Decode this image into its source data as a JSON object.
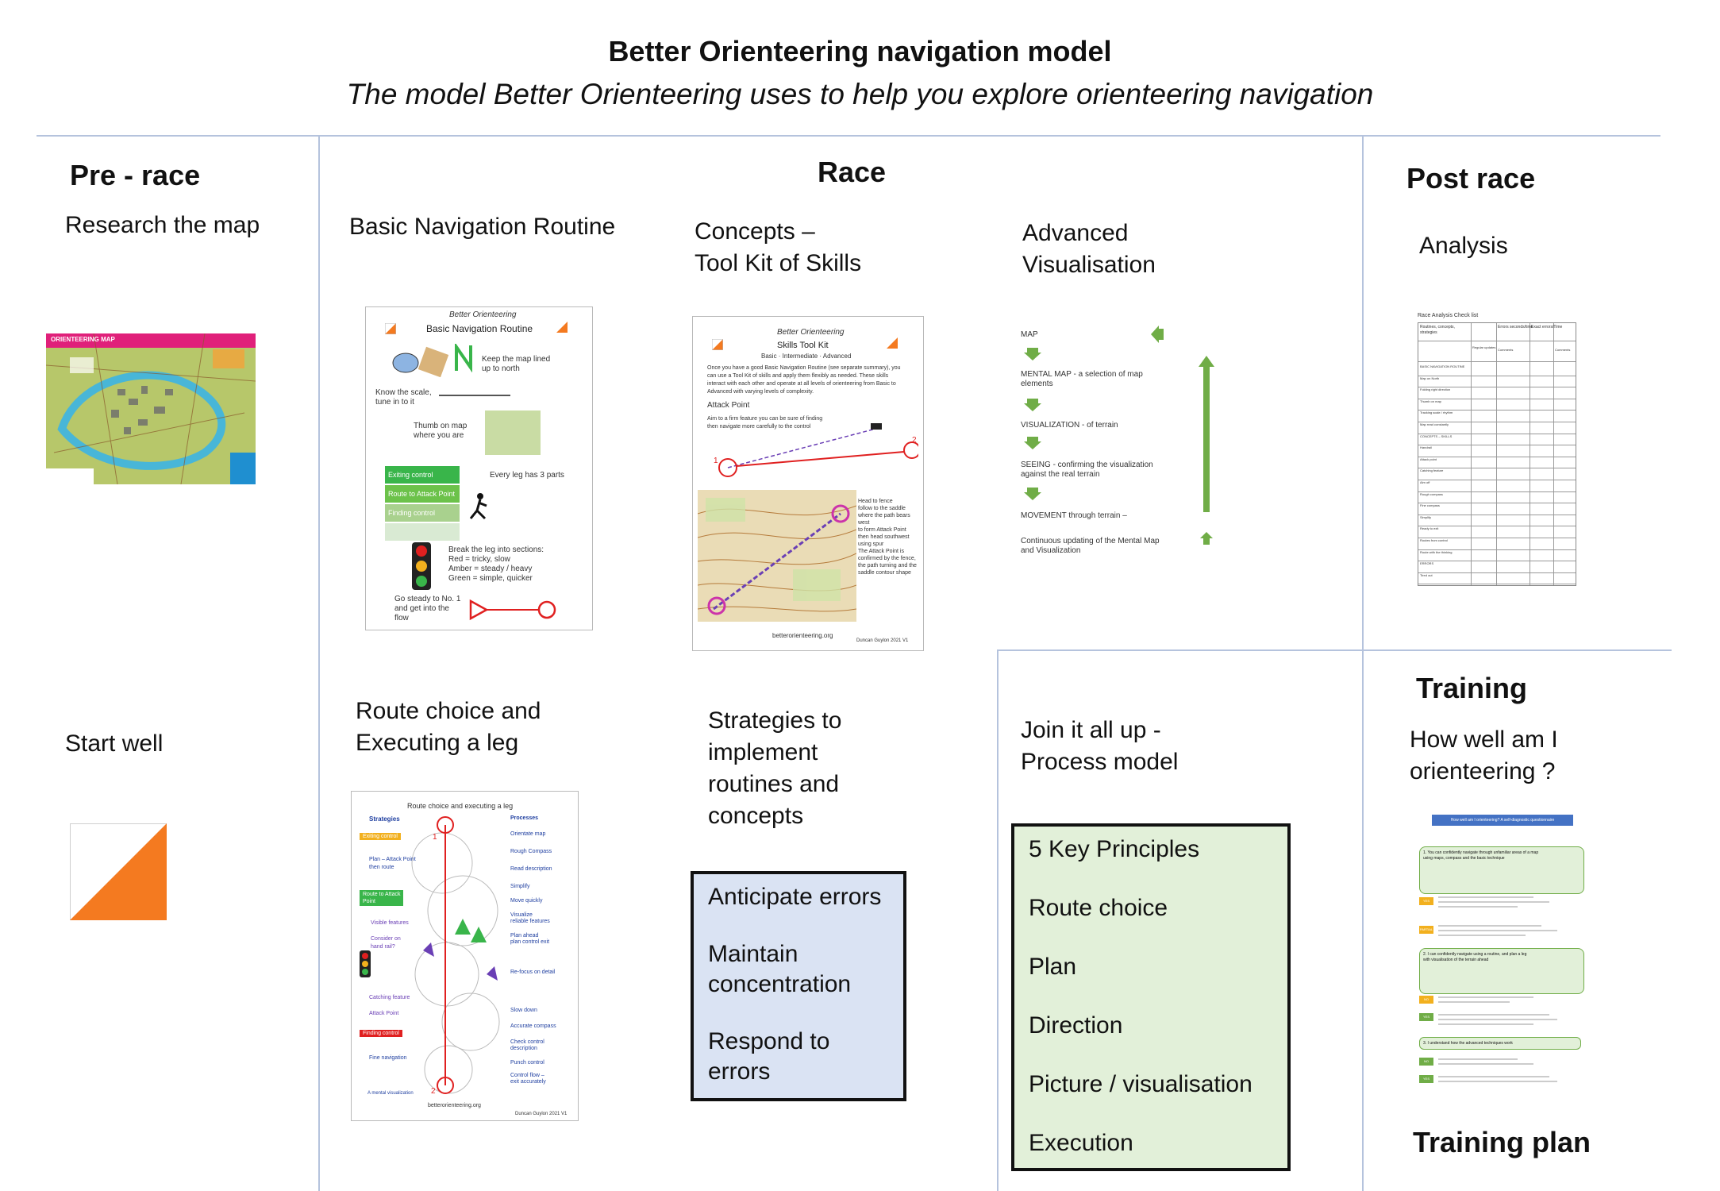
{
  "header": {
    "title": "Better Orienteering navigation model",
    "subtitle": "The model Better Orienteering uses to help you explore orienteering navigation"
  },
  "prerace": {
    "heading": "Pre - race",
    "research": "Research the map",
    "start": "Start well",
    "map_caption": "ORIENTEERING MAP"
  },
  "race": {
    "heading": "Race",
    "bnr": "Basic Navigation Routine",
    "concepts": [
      "Concepts –",
      "Tool Kit of Skills"
    ],
    "advanced": [
      "Advanced",
      "Visualisation"
    ],
    "route": [
      "Route choice and",
      "Executing a leg"
    ],
    "strategies": [
      "Strategies to",
      "implement",
      "routines and",
      "concepts"
    ],
    "join": [
      "Join it all up -",
      "Process model"
    ]
  },
  "strategies_box": {
    "items": [
      "Anticipate errors",
      "Maintain",
      "concentration",
      "Respond to",
      "errors"
    ],
    "color": "#dae3f3"
  },
  "principles_box": {
    "items": [
      "5 Key Principles",
      "Route choice",
      "Plan",
      "Direction",
      "Picture / visualisation",
      "Execution"
    ],
    "color": "#e2f0d9"
  },
  "postrace": {
    "heading": "Post race",
    "analysis": "Analysis",
    "training_heading": "Training",
    "how": [
      "How well am I",
      "orienteering ?"
    ],
    "plan": "Training plan"
  },
  "bnr_doc": {
    "brand": "Better Orienteering",
    "title": "Basic Navigation Routine",
    "keep": [
      "Keep the map lined",
      "up to north"
    ],
    "scale": [
      "Know the scale,",
      "tune in to it"
    ],
    "thumb": [
      "Thumb on map",
      "where you are"
    ],
    "legs": [
      "Exiting control",
      "Route to Attack Point",
      "Finding control"
    ],
    "every_leg": "Every leg has 3 parts",
    "break": [
      "Break the leg into sections:",
      "Red = tricky, slow",
      "Amber = steady / heavy",
      "Green = simple, quicker"
    ],
    "go": [
      "Go steady to No. 1",
      "and get into the",
      "flow"
    ]
  },
  "skills_doc": {
    "brand": "Better Orienteering",
    "title": "Skills Tool Kit",
    "levels": "Basic · Intermediate · Advanced",
    "intro": [
      "Once you have a good Basic Navigation Routine (see separate summary), you",
      "can use a Tool Kit of skills and apply them flexibly as needed. These skills",
      "interact with each other and operate at all levels of orienteering from Basic to",
      "Advanced with varying levels of complexity."
    ],
    "attack": "Attack Point",
    "attack_note": [
      "Aim to a firm feature you can be sure of finding",
      "then navigate more carefully to the control"
    ],
    "side": [
      "Head to fence",
      "follow to the saddle",
      "where the path bears west",
      "to form Attack Point",
      "",
      "then head southwest",
      "using spur",
      "",
      "The Attack Point is",
      "confirmed by the fence,",
      "the path turning and the",
      "saddle contour shape"
    ],
    "footer": "betterorienteering.org",
    "author": "Duncan Guylon  2021 V1"
  },
  "adv_doc": {
    "steps": [
      "MAP",
      "MENTAL MAP - a selection of map",
      "elements",
      "VISUALIZATION - of terrain",
      "SEEING - confirming the visualization",
      "against the real terrain",
      "MOVEMENT through terrain –",
      "Continuous updating of the Mental Map",
      "and Visualization"
    ]
  },
  "route_doc": {
    "title": "Route choice and executing a leg",
    "left": [
      "Strategies",
      "Exiting control",
      "Plan – Attack Point",
      "then route",
      "Route to Attack",
      "Point",
      "Visible features",
      "Consider on",
      "hand rail?",
      "Catching feature",
      "Attack Point",
      "Finding control",
      "Fine navigation",
      "A mental visualization"
    ],
    "right": [
      "Processes",
      "Orientate map",
      "Rough Compass",
      "Read description",
      "Simplify",
      "Move quickly",
      "Visualize",
      "reliable features",
      "Plan ahead",
      "plan control exit",
      "Re-focus on detail",
      "Slow down",
      "Accurate compass",
      "Check control",
      "description",
      "Punch control",
      "Control flow –",
      "exit accurately"
    ],
    "footer": "betterorienteering.org",
    "author": "Duncan Guylon  2021 V1"
  },
  "analysis_doc": {
    "title": "Race Analysis Check list",
    "cols": [
      "Routines, concepts, strategies",
      "Errors seconds/time",
      "Exact errors/Time"
    ],
    "subcols": [
      "Regular updates",
      "Comments",
      "Comments"
    ],
    "rows": [
      "BASIC NAVIGATION ROUTINE",
      "Map on North",
      "Folding right direction",
      "Thumb on map",
      "Tracking scale / rhythm",
      "Map read constantly",
      "CONCEPTS – SKILLS",
      "Handrail",
      "Attack point",
      "Catching feature",
      "Aim off",
      "Rough compass",
      "Fine compass",
      "Simplify",
      "Ready to exit",
      "Routes from control",
      "Route with the thinking",
      "ERRORS",
      "Tired out"
    ]
  },
  "training_doc": {
    "title": "How well am I orienteering? A self-diagnostic questionnaire",
    "q1": [
      "1. You can confidently navigate through unfamiliar areas of a map",
      "using maps, compass and the basic technique"
    ],
    "q2": [
      "2. I can confidently navigate using a routine, and plan a leg",
      "with visualisation of the terrain ahead"
    ],
    "q3": "3. I understand how the advanced techniques work",
    "levels": [
      "YES",
      "PARTIAL",
      "NO",
      "YES",
      "NO",
      "YES"
    ]
  },
  "icons": [
    "orienteering-flag-icon",
    "traffic-light-icon",
    "compass-icon",
    "runner-icon",
    "arrow-icon",
    "magnifier-icon"
  ]
}
